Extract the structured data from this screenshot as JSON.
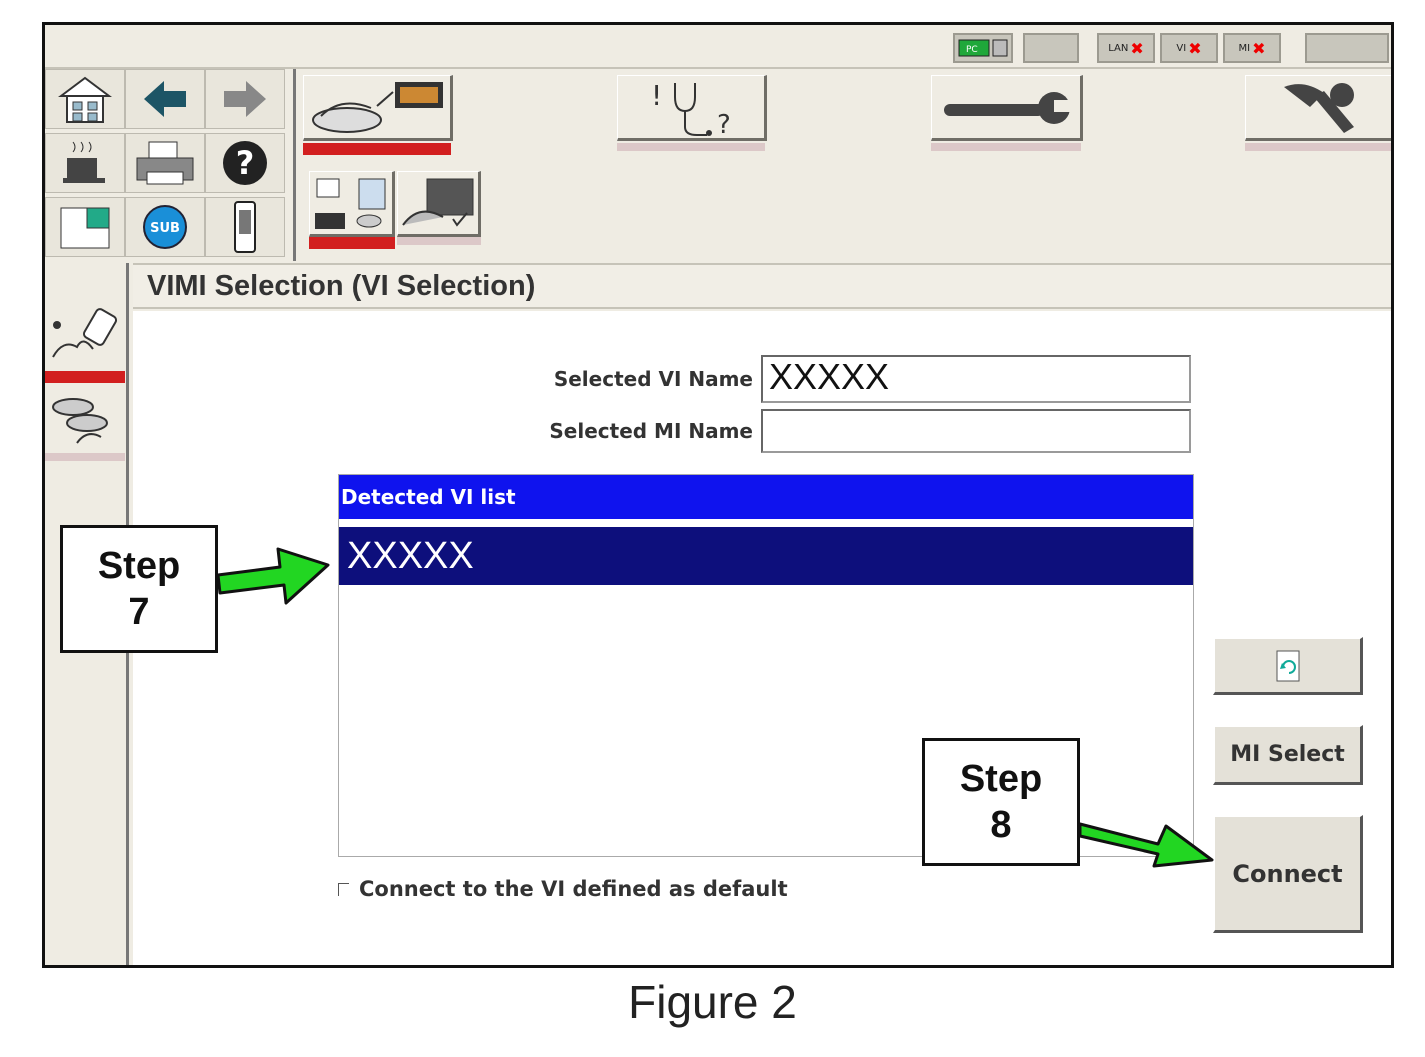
{
  "status_bar": {
    "lan_label": "LAN",
    "vi_label": "VI",
    "mi_label": "MI",
    "pc_label": "PC"
  },
  "left_grid": {
    "sub_label": "SUB"
  },
  "header": {
    "title": "VIMI Selection (VI Selection)"
  },
  "form": {
    "vi_name_label": "Selected VI Name",
    "vi_name_value": "XXXXX",
    "mi_name_label": "Selected MI Name",
    "mi_name_value": ""
  },
  "vi_list": {
    "title": "Detected VI list",
    "items": [
      "XXXXX"
    ]
  },
  "default_checkbox": {
    "label": "Connect to the VI defined as default",
    "checked": false
  },
  "buttons": {
    "mi_select": "MI Select",
    "connect": "Connect"
  },
  "callouts": {
    "step7_line1": "Step",
    "step7_line2": "7",
    "step8_line1": "Step",
    "step8_line2": "8"
  },
  "caption": "Figure 2",
  "colors": {
    "list_header": "#0f13ee",
    "selected_row": "#0d0f7c",
    "active_tab_bar": "#d21f1f",
    "arrow": "#22d622"
  }
}
